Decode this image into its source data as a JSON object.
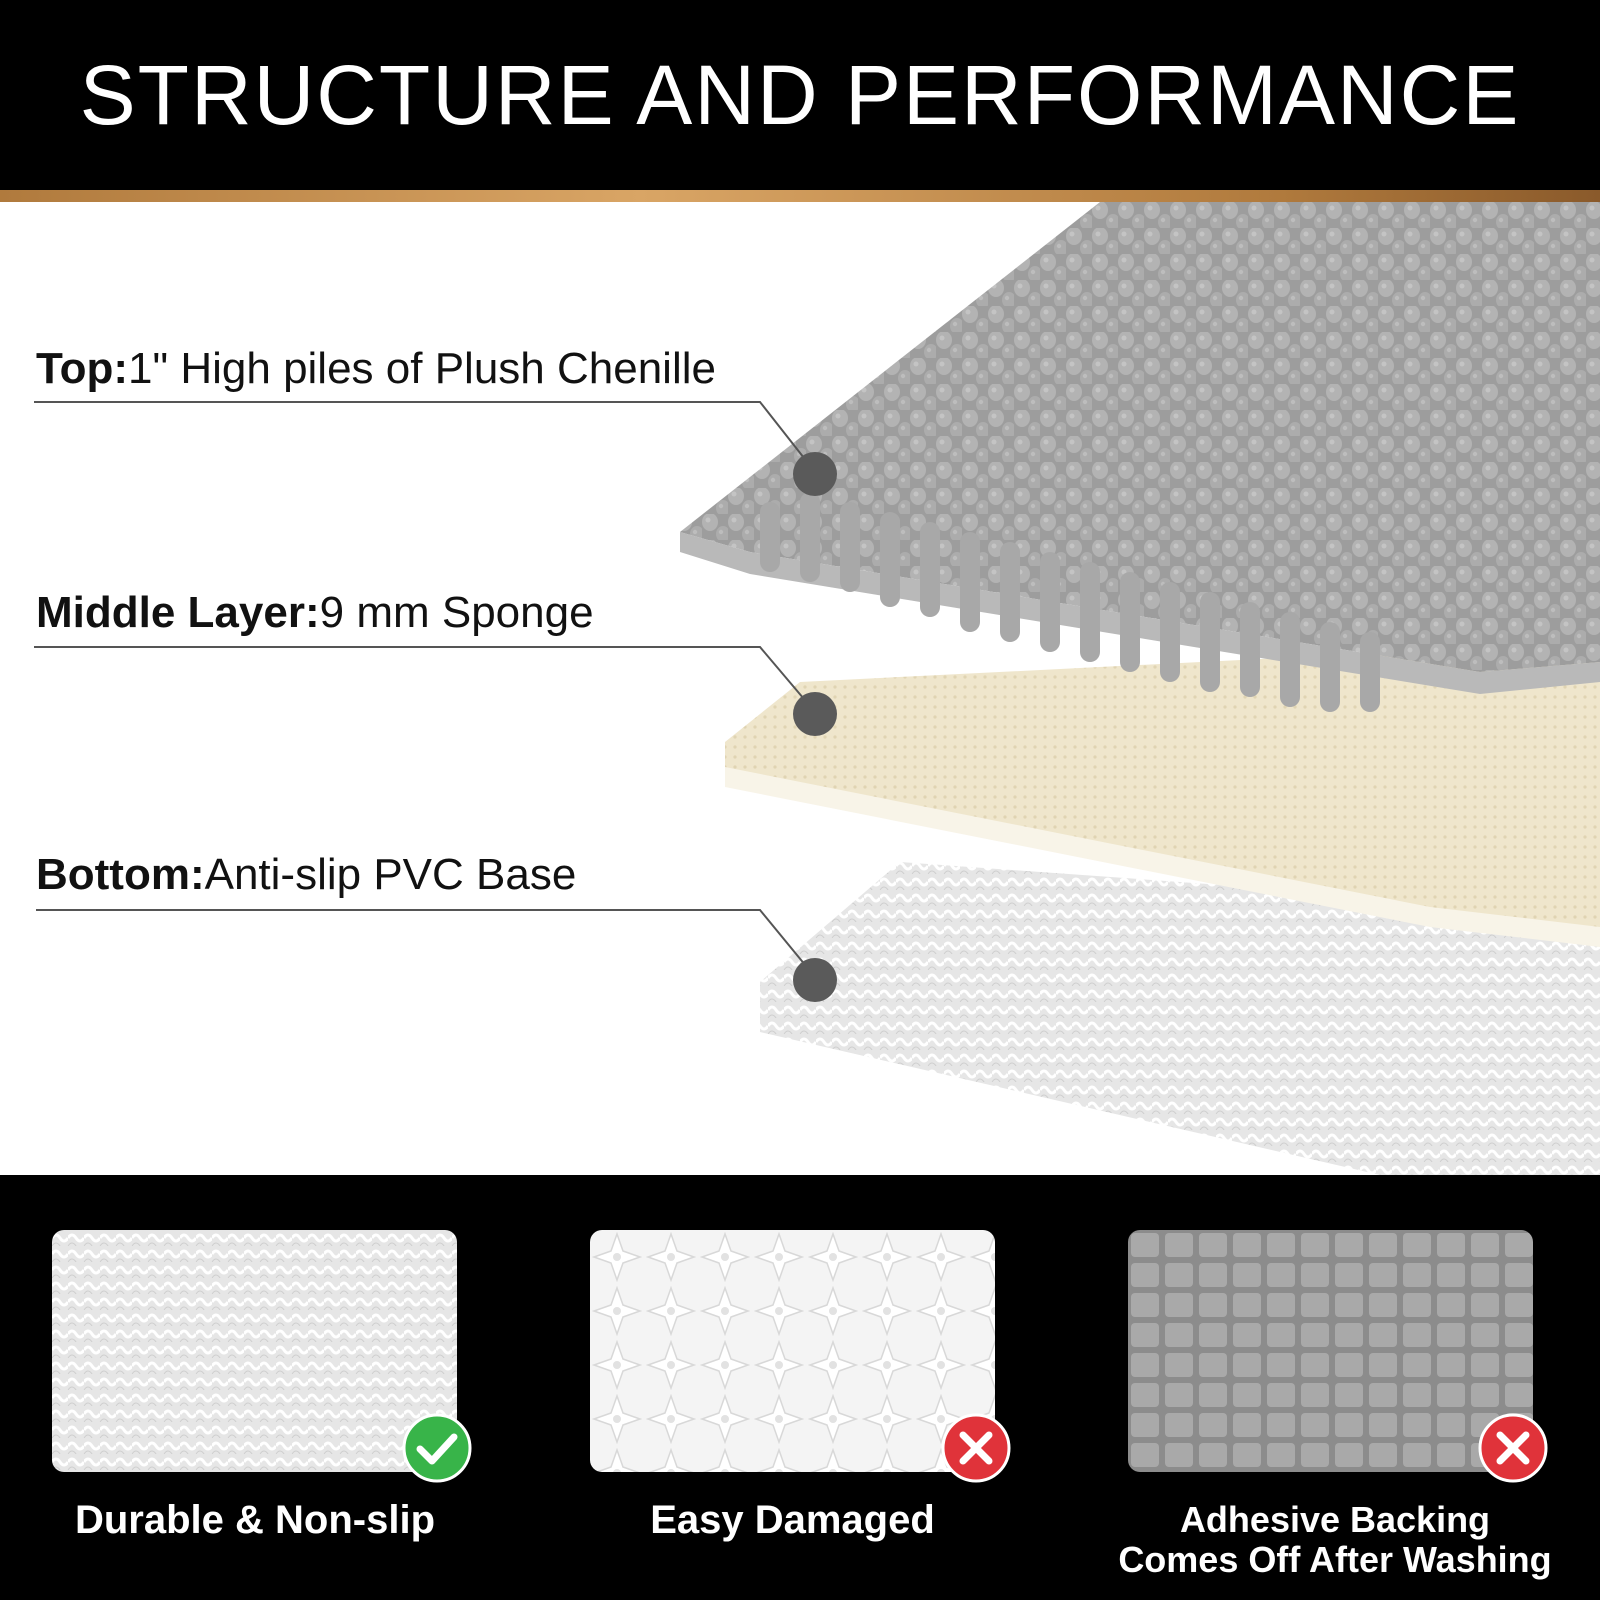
{
  "header": {
    "title": "STRUCTURE AND PERFORMANCE"
  },
  "layers": [
    {
      "key": "Top:",
      "text": "1\" High piles of Plush Chenille"
    },
    {
      "key": "Middle Layer:",
      "text": "9 mm Sponge"
    },
    {
      "key": "Bottom:",
      "text": "Anti-slip PVC Base"
    }
  ],
  "comparison": [
    {
      "caption_lines": [
        "Durable & Non-slip"
      ],
      "status": "check-icon"
    },
    {
      "caption_lines": [
        "Easy Damaged"
      ],
      "status": "cross-icon"
    },
    {
      "caption_lines": [
        "Adhesive Backing",
        "Comes Off After Washing"
      ],
      "status": "cross-icon"
    }
  ],
  "colors": {
    "accent_gold": "#c8914f",
    "check_green": "#38b449",
    "cross_red": "#e0333a",
    "chenille_grey": "#a5a5a5",
    "sponge_beige": "#efe6cc"
  }
}
